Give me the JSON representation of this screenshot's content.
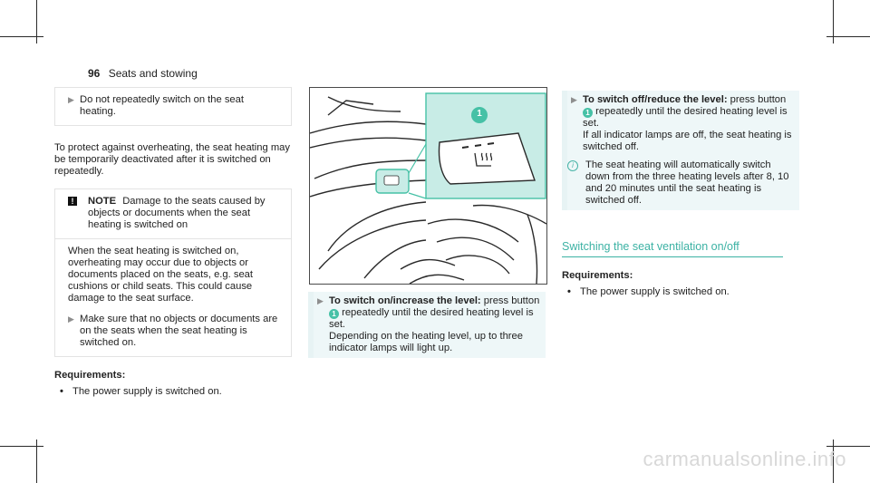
{
  "header": {
    "page_number": "96",
    "section": "Seats and stowing"
  },
  "col1": {
    "step1": "Do not repeatedly switch on the seat heating.",
    "para1": "To protect against overheating, the seat heating may be temporarily deactivated after it is switched on repeatedly.",
    "note": {
      "label": "NOTE",
      "title": "Damage to the seats caused by objects or documents when the seat heating is switched on",
      "body": "When the seat heating is switched on, overheating may occur due to objects or documents placed on the seats, e.g. seat cushions or child seats. This could cause damage to the seat surface.",
      "step": "Make sure that no objects or documents are on the seats when the seat heating is switched on."
    },
    "req_title": "Requirements:",
    "req_item": "The power supply is switched on."
  },
  "figure": {
    "callout": "1"
  },
  "col2": {
    "step_bold": "To switch on/increase the level:",
    "step_a": " press button ",
    "callout": "1",
    "step_b": " repeatedly until the desired heating level is set.",
    "step_c": "Depending on the heating level, up to three indicator lamps will light up."
  },
  "col3": {
    "step_bold": "To switch off/reduce the level:",
    "step_a": " press button ",
    "callout": "1",
    "step_b": " repeatedly until the desired heating level is set.",
    "step_c": "If all indicator lamps are off, the seat heating is switched off.",
    "info_icon": "i",
    "info": "The seat heating will automatically switch down from the three heating levels after 8, 10 and 20 minutes until the seat heating is switched off.",
    "section_title": "Switching the seat ventilation on/off",
    "req_title": "Requirements:",
    "req_item": "The power supply is switched on."
  },
  "watermark": "carmanualsonline.info",
  "colors": {
    "accent": "#46c1a6",
    "step_bg": "#eef7f8",
    "figure_highlight": "#c8ece6"
  },
  "icons": {
    "step": "triangle-right-icon",
    "note": "warning-exclamation-icon",
    "info": "info-circle-icon",
    "seat_heating": "seat-heating-icon"
  }
}
